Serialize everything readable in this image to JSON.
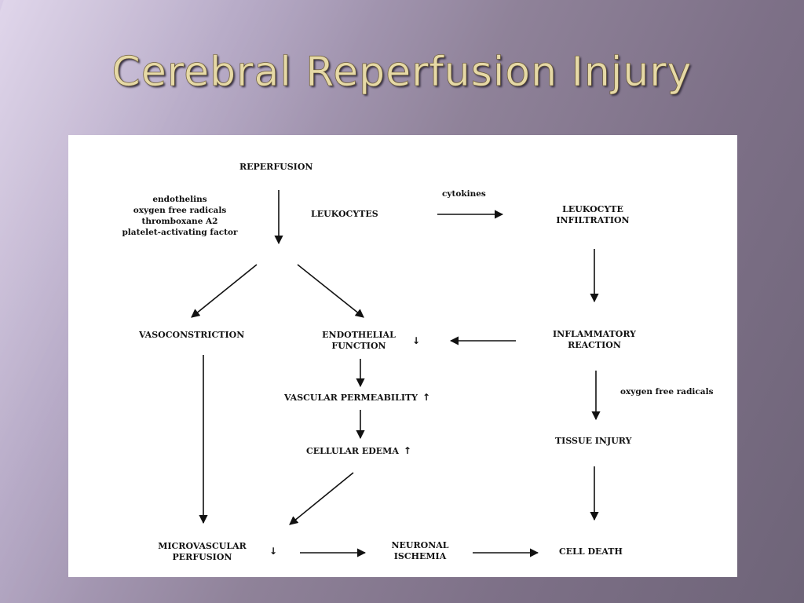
{
  "slide": {
    "title": "Cerebral Reperfusion Injury"
  },
  "diagram": {
    "nodes": {
      "reperfusion": "REPERFUSION",
      "leukocytes": "LEUKOCYTES",
      "leukocyte_infiltration_1": "LEUKOCYTE",
      "leukocyte_infiltration_2": "INFILTRATION",
      "vasoconstriction": "VASOCONSTRICTION",
      "endothelial_1": "ENDOTHELIAL",
      "endothelial_2": "FUNCTION",
      "endothelial_mark": "↓",
      "inflammatory_1": "INFLAMMATORY",
      "inflammatory_2": "REACTION",
      "vascular_permeability": "VASCULAR PERMEABILITY",
      "vascular_permeability_mark": "↑",
      "cellular_edema": "CELLULAR EDEMA",
      "cellular_edema_mark": "↑",
      "tissue_injury": "TISSUE INJURY",
      "microvascular_1": "MICROVASCULAR",
      "microvascular_2": "PERFUSION",
      "microvascular_mark": "↓",
      "neuronal_1": "NEURONAL",
      "neuronal_2": "ISCHEMIA",
      "cell_death": "CELL DEATH"
    },
    "notes": {
      "mediators": [
        "endothelins",
        "oxygen free radicals",
        "thromboxane A2",
        "platelet-activating factor"
      ],
      "cytokines": "cytokines",
      "oxygen_free_radicals": "oxygen free radicals"
    }
  }
}
